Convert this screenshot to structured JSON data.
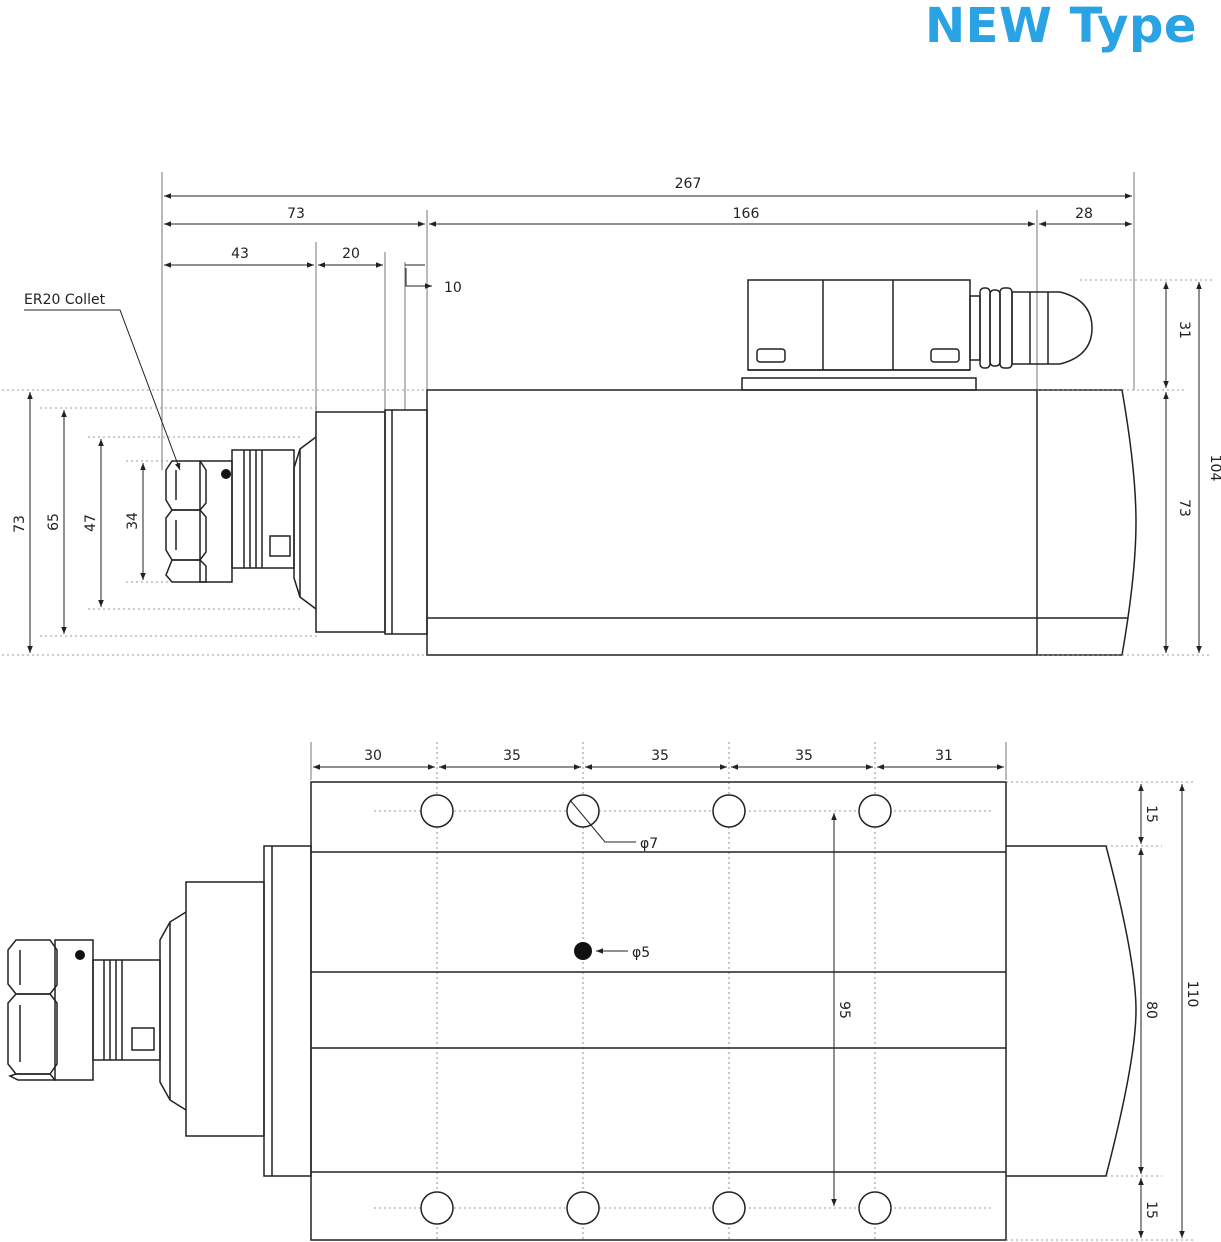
{
  "title": "NEW Type",
  "side_view": {
    "callout": "ER20 Collet",
    "horizontal": {
      "total": "267",
      "front": "73",
      "body": "166",
      "tail": "28",
      "collet": "43",
      "nut": "20",
      "flange": "10"
    },
    "vertical_left": {
      "d73": "73",
      "d65": "65",
      "d47": "47",
      "d34": "34"
    },
    "vertical_right": {
      "box": "31",
      "body": "73",
      "total": "104"
    }
  },
  "top_view": {
    "spacing": [
      "30",
      "35",
      "35",
      "35",
      "31"
    ],
    "hole_diameter": "φ7",
    "center_hole": "φ5",
    "hole_span": "95",
    "edge_top": "15",
    "middle": "80",
    "edge_bottom": "15",
    "width": "110"
  }
}
